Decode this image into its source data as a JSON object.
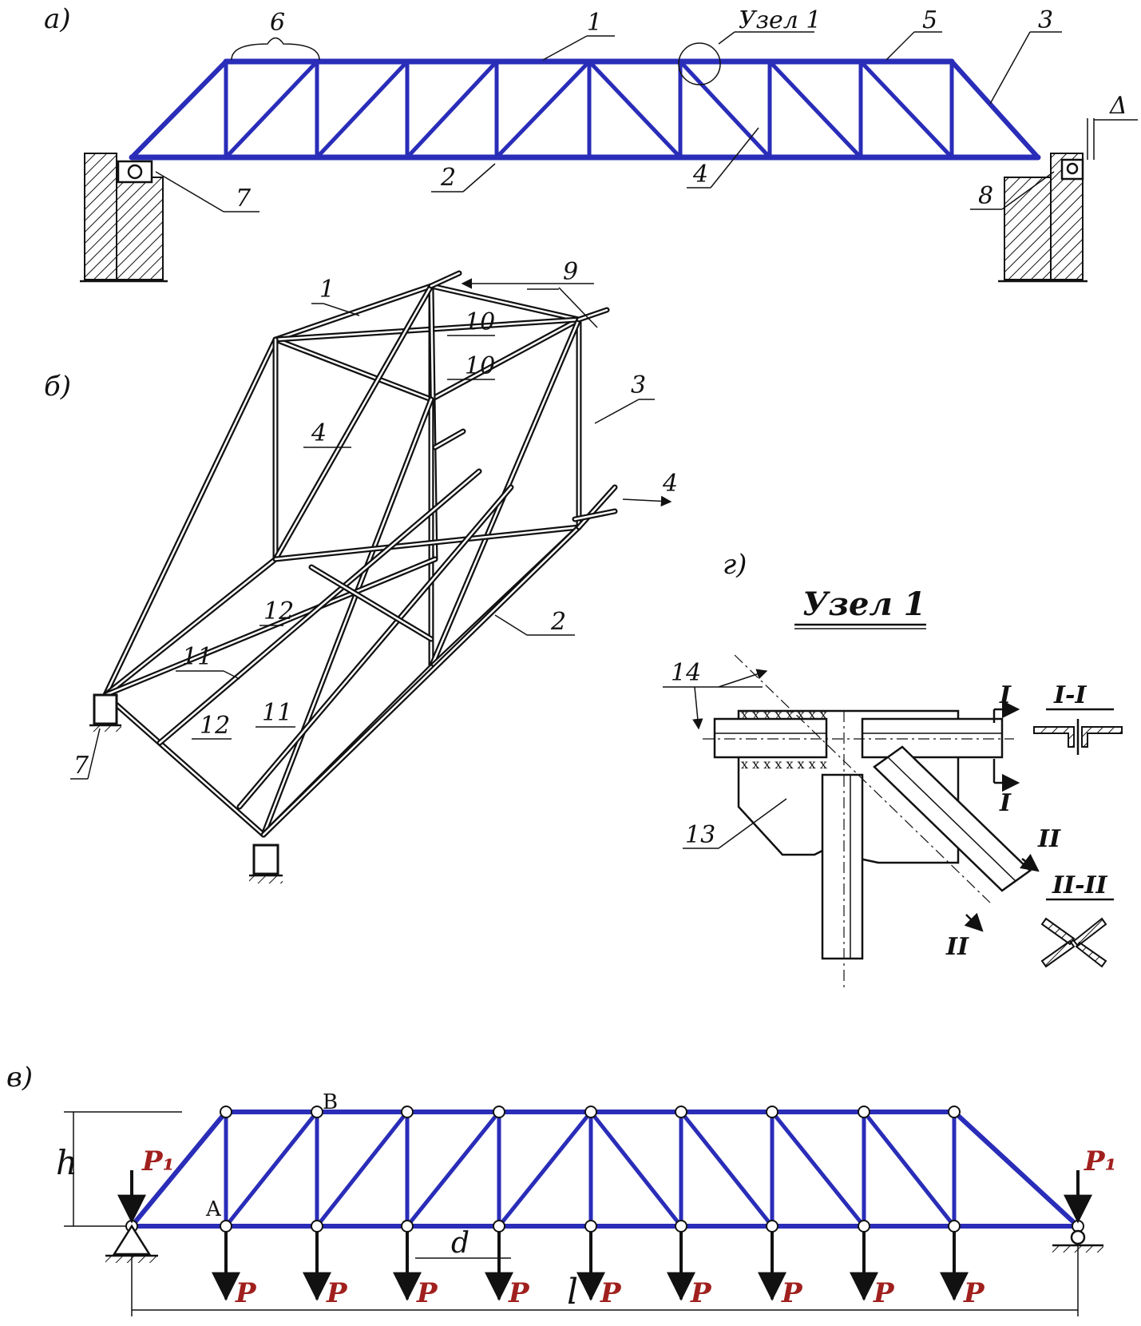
{
  "colors": {
    "truss": "#2a2db8",
    "ink": "#111111",
    "load_label": "#a0201e",
    "joint_fill": "#ffffff"
  },
  "panels": {
    "a": "а)",
    "b": "б)",
    "v": "в)",
    "g": "г)"
  },
  "truss_a": {
    "member_labels": [
      "1",
      "2",
      "3",
      "4",
      "5",
      "6",
      "7",
      "8"
    ],
    "node_label": "Узел 1",
    "gap_label": "Δ"
  },
  "truss_b": {
    "member_labels": [
      "1",
      "9",
      "10",
      "10",
      "3",
      "4",
      "4",
      "12",
      "11",
      "12",
      "11",
      "2",
      "7"
    ]
  },
  "node_detail": {
    "title": "Узел 1",
    "labels": [
      "14",
      "13"
    ],
    "section_marks": [
      "I",
      "I",
      "II",
      "II"
    ],
    "section_titles": [
      "I-I",
      "II-II"
    ]
  },
  "scheme_v": {
    "height_label": "h",
    "span_label": "l",
    "panel_label": "d",
    "node_a": "A",
    "node_b": "B",
    "support_load": "P₁",
    "node_load": "P",
    "node_load_count": 9
  }
}
